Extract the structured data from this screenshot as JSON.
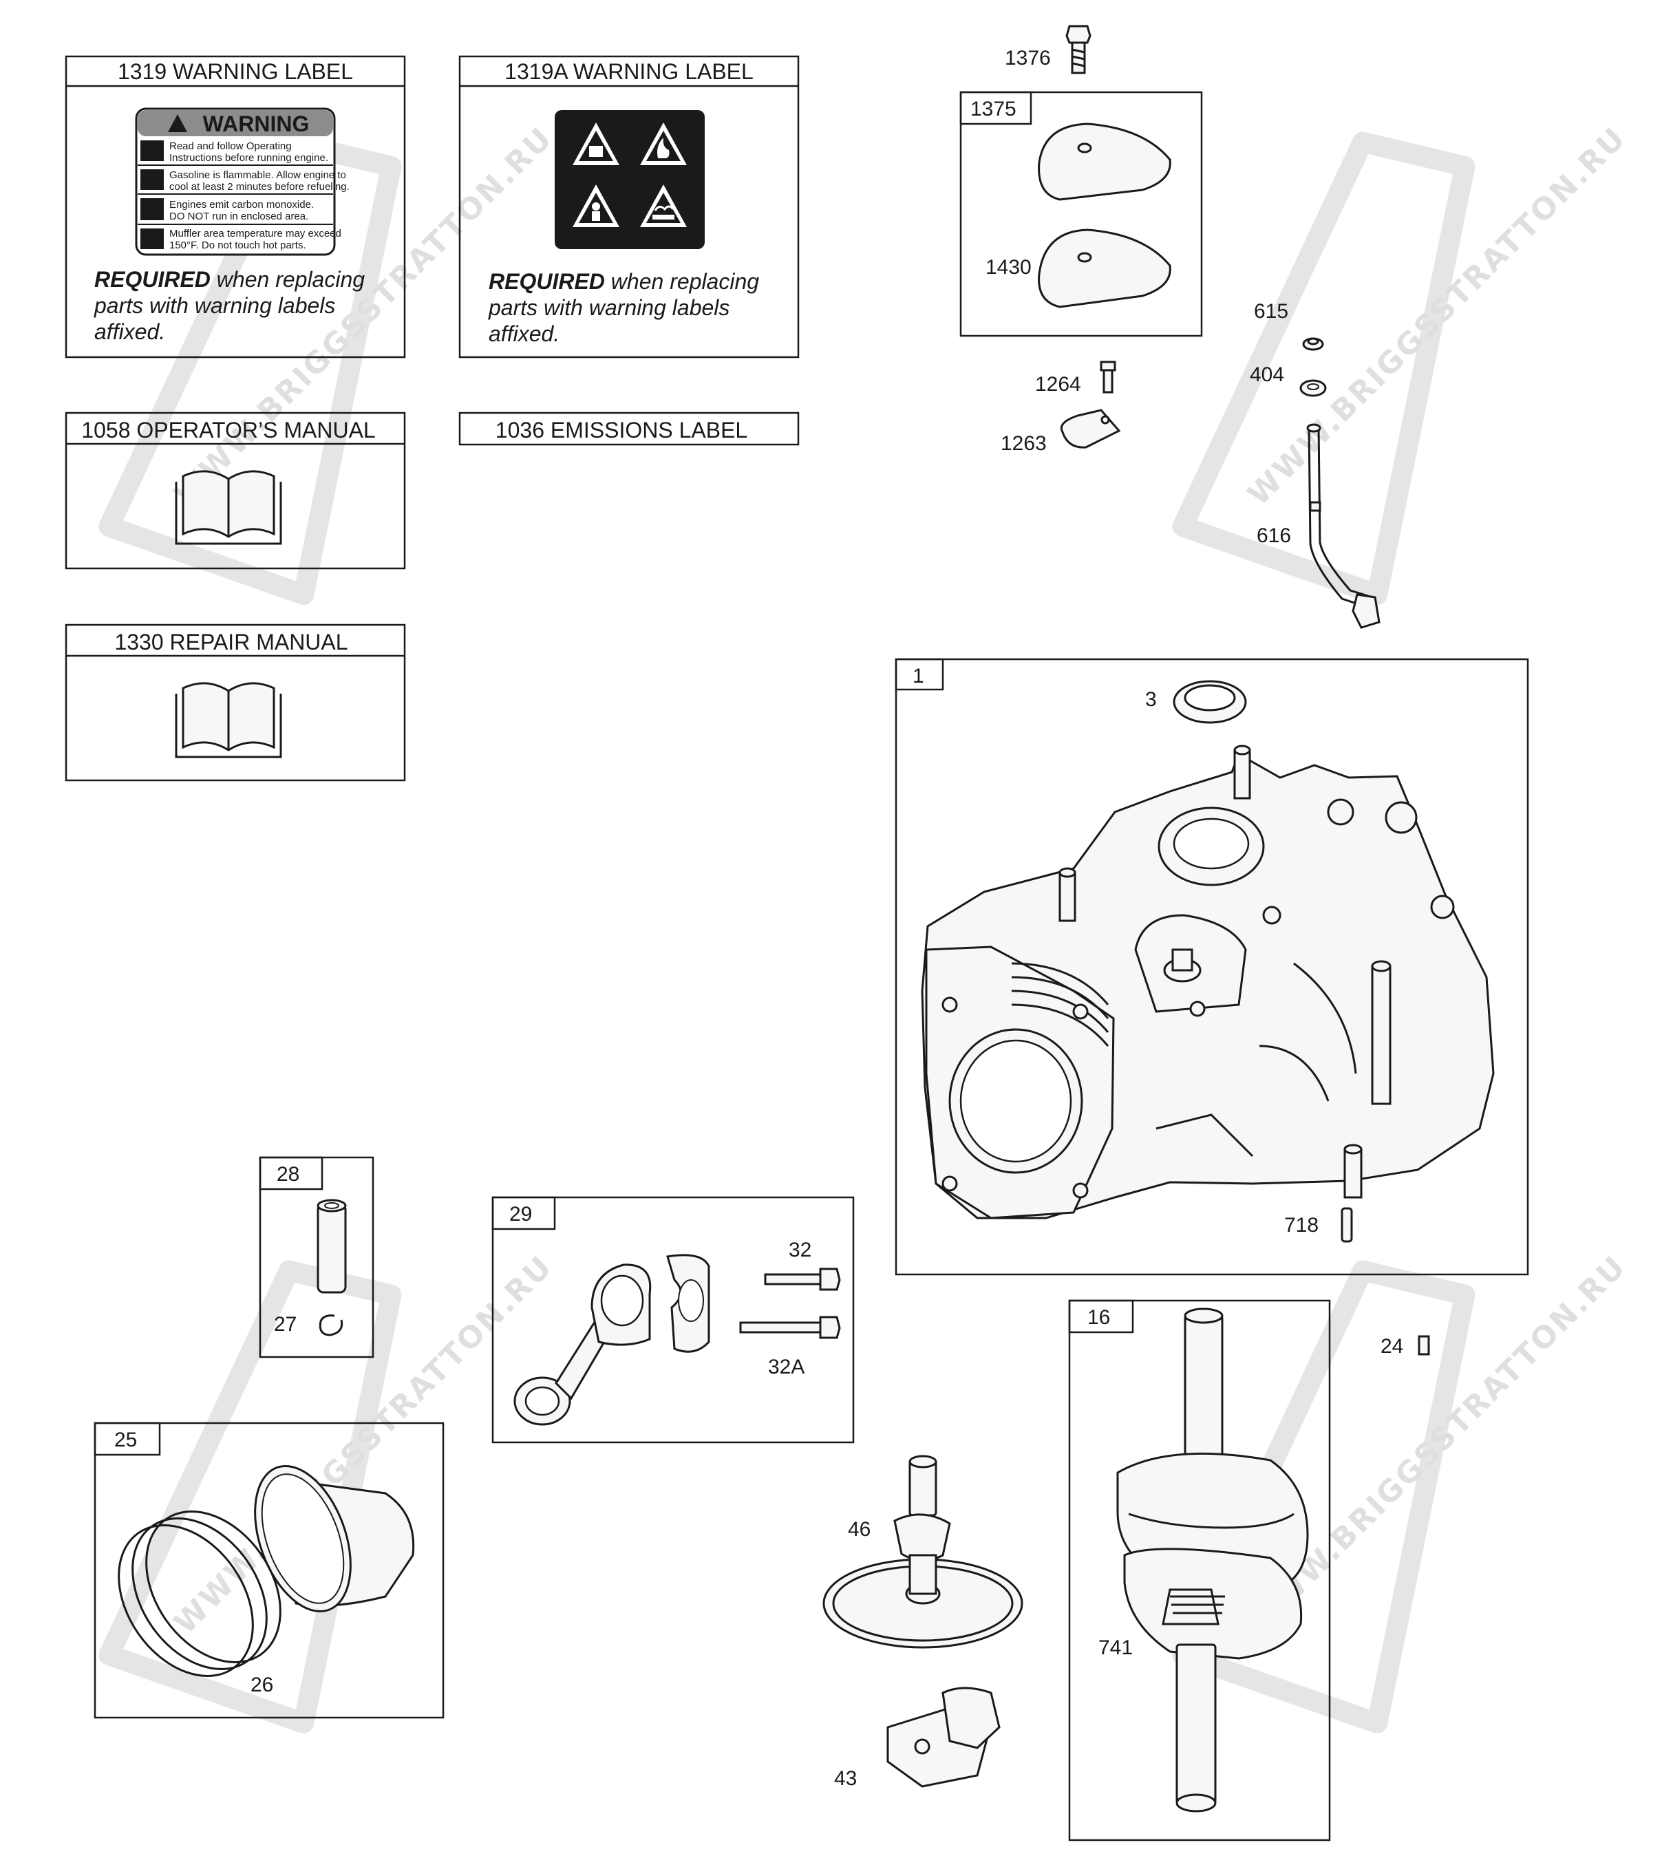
{
  "watermark": "WWW.BRIGGSSTRATTON.RU",
  "info_boxes": {
    "warning_label": {
      "title": "1319 WARNING LABEL",
      "sign": {
        "heading": "WARNING",
        "lines": [
          "Read and follow Operating",
          "Instructions before running engine.",
          "Gasoline is flammable. Allow engine to",
          "cool at least 2 minutes before refueling.",
          "Engines emit carbon monoxide.",
          "DO NOT run in enclosed area.",
          "Muffler area temperature may exceed",
          "150°F. Do not touch hot parts."
        ]
      },
      "note_bold": "REQUIRED",
      "note_line1": " when replacing",
      "note_line2": "parts with warning labels",
      "note_line3": "affixed."
    },
    "warning_label_a": {
      "title": "1319A WARNING LABEL",
      "note_bold": "REQUIRED",
      "note_line1": " when replacing",
      "note_line2": "parts with warning labels",
      "note_line3": "affixed."
    },
    "operators_manual": {
      "title": "1058 OPERATOR’S MANUAL"
    },
    "emissions_label": {
      "title": "1036 EMISSIONS LABEL"
    },
    "repair_manual": {
      "title": "1330 REPAIR MANUAL"
    }
  },
  "callouts": {
    "p1376": "1376",
    "p1375": "1375",
    "p1430": "1430",
    "p615": "615",
    "p404": "404",
    "p1264": "1264",
    "p1263": "1263",
    "p616": "616",
    "p1": "1",
    "p3": "3",
    "p718": "718",
    "p28": "28",
    "p27": "27",
    "p29": "29",
    "p32": "32",
    "p32a": "32A",
    "p25": "25",
    "p26": "26",
    "p16": "16",
    "p24": "24",
    "p741": "741",
    "p46": "46",
    "p43": "43"
  }
}
